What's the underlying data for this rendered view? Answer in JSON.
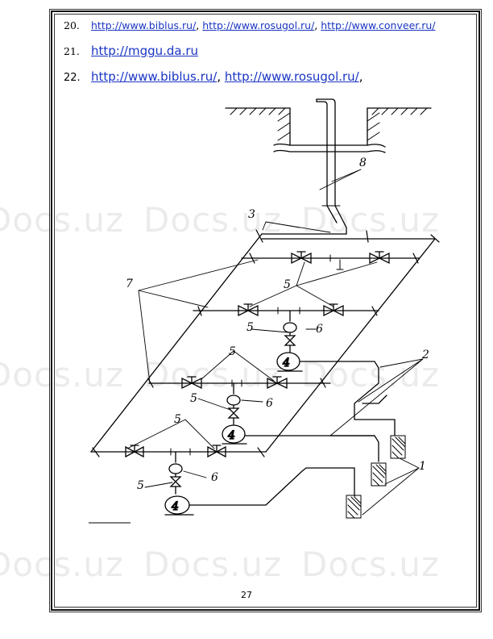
{
  "references": [
    {
      "num": "20.",
      "links": [
        "http://www.biblus.ru/",
        "http://www.rosugol.ru/",
        "http://www.conveer.ru/"
      ],
      "separator": ", ",
      "trailing": ""
    },
    {
      "num": "21.",
      "links": [
        "http://mggu.da.ru"
      ],
      "separator": ", ",
      "trailing": ""
    },
    {
      "num": "22.",
      "links": [
        "http://www.biblus.ru/",
        "http://www.rosugol.ru/"
      ],
      "separator": ", ",
      "trailing": ","
    }
  ],
  "watermark_text": "Docs.uz",
  "diagram": {
    "labels": [
      "8",
      "3",
      "7",
      "5",
      "6",
      "4",
      "2",
      "1"
    ]
  },
  "page_number": "27",
  "colors": {
    "link": "#1a35c4",
    "ink": "#000000"
  }
}
